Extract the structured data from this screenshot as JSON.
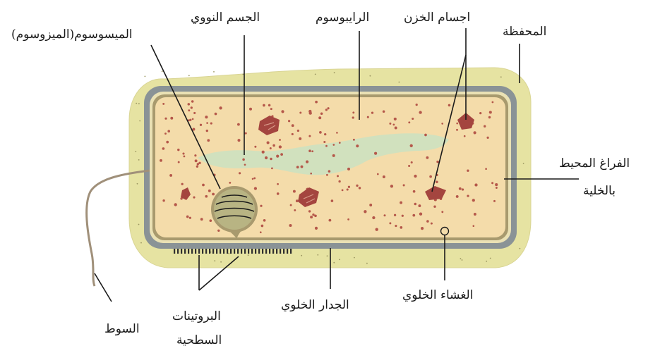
{
  "labels": {
    "mesosome": "الميسوسوم(الميزوسوم)",
    "nucleoid": "الجسم النووي",
    "ribosome": "الرايبوسوم",
    "storage_bodies": "اجسام الخزن",
    "capsule": "المحفظة",
    "periplasmic_line1": "الفراغ المحيط",
    "periplasmic_line2": "بالخلية",
    "cell_membrane": "الغشاء الخلوي",
    "cell_wall": "الجدار الخلوي",
    "surface_proteins_line1": "البروتينات",
    "surface_proteins_line2": "السطحية",
    "flagellum": "السوط"
  },
  "colors": {
    "capsule": "#e6e3a2",
    "cell_wall": "#8a9396",
    "cytoplasm": "#f4dcaa",
    "nucleoid": "#cfe0bf",
    "ribosome_dot": "#b5584a",
    "storage_body": "#a4453f",
    "mesosome": "#b8b483",
    "flagellum": "#a0907a"
  }
}
